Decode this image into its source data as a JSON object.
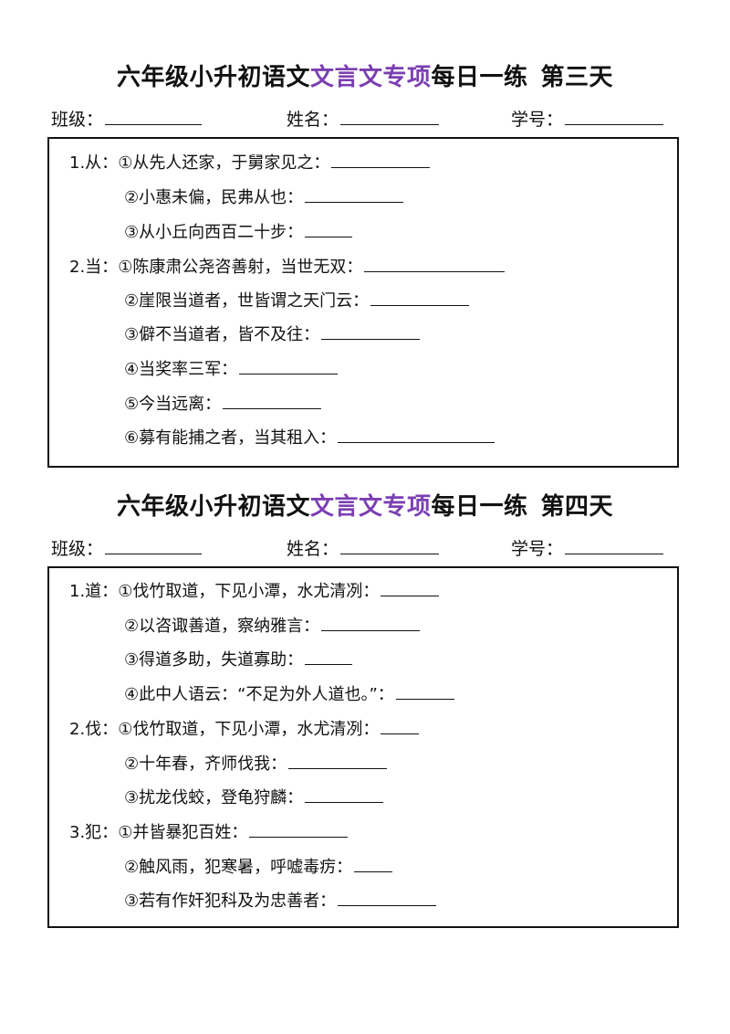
{
  "day3": {
    "title_pre": "六年级小升初语文",
    "title_hl": "文言文专项",
    "title_post": "每日一练",
    "title_day": "第三天",
    "info": {
      "class_label": "班级：",
      "name_label": "姓名：",
      "id_label": "学号："
    },
    "items": [
      {
        "lead": "1.从：",
        "text": "①从先人还家，于舅家见之："
      },
      {
        "text": "②小惠未偏，民弗从也："
      },
      {
        "text": "③从小丘向西百二十步："
      },
      {
        "lead": "2.当：",
        "text": "①陈康肃公尧咨善射，当世无双："
      },
      {
        "text": "②崖限当道者，世皆谓之天门云："
      },
      {
        "text": "③僻不当道者，皆不及往："
      },
      {
        "text": "④当奖率三军："
      },
      {
        "text": "⑤今当远离："
      },
      {
        "text": "⑥募有能捕之者，当其租入："
      }
    ]
  },
  "day4": {
    "title_pre": "六年级小升初语文",
    "title_hl": "文言文专项",
    "title_post": "每日一练",
    "title_day": "第四天",
    "info": {
      "class_label": "班级：",
      "name_label": "姓名：",
      "id_label": "学号："
    },
    "items": [
      {
        "lead": "1.道：",
        "text": "①伐竹取道，下见小潭，水尤清冽："
      },
      {
        "text": "②以咨诹善道，察纳雅言："
      },
      {
        "text": "③得道多助，失道寡助："
      },
      {
        "text": "④此中人语云：“不足为外人道也。”："
      },
      {
        "lead": "2.伐：",
        "text": "①伐竹取道，下见小潭，水尤清冽："
      },
      {
        "text": "②十年春，齐师伐我："
      },
      {
        "text": "③扰龙伐蛟，登龟狩麟："
      },
      {
        "lead": "3.犯：",
        "text": "①并皆暴犯百姓："
      },
      {
        "text": "②触风雨，犯寒暑，呼嘘毒疠："
      },
      {
        "text": "③若有作奸犯科及为忠善者："
      }
    ]
  },
  "colors": {
    "highlight": "#7b3fb2",
    "text": "#111111"
  }
}
